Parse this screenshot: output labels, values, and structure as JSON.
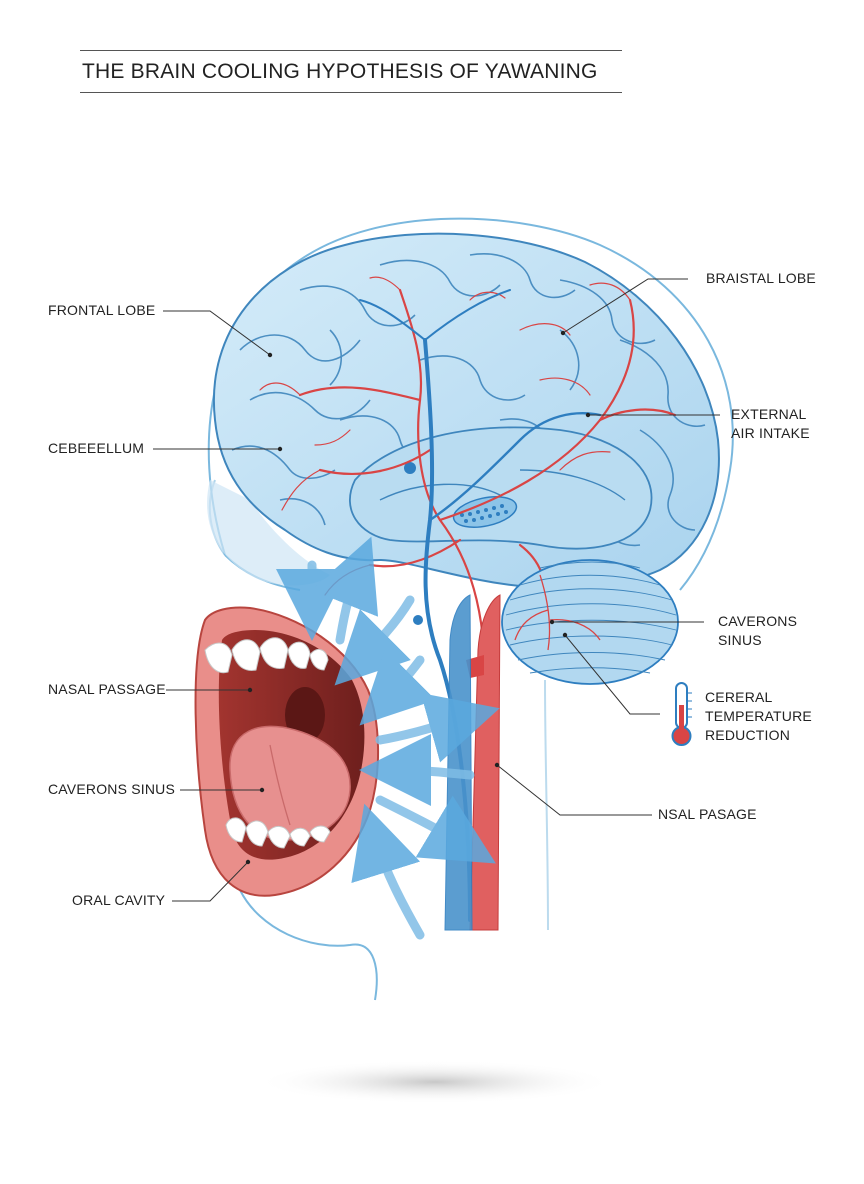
{
  "title": "THE BRAIN COOLING HYPOTHESIS OF YAWANING",
  "labels": {
    "frontal_lobe": "FRONTAL LOBE",
    "cerebellum_left": "CEBEEELLUM",
    "nasal_passage_left": "NASAL PASSAGE",
    "cavernous_sinus_left": "CAVERONS SINUS",
    "oral_cavity": "ORAL CAVITY",
    "parietal_lobe": "BRAISTAL LOBE",
    "external_air_intake_1": "EXTERNAL",
    "external_air_intake_2": "AIR INTAKE",
    "cavernous_sinus_right_1": "CAVERONS",
    "cavernous_sinus_right_2": "SINUS",
    "temp_reduction_1": "CERERAL",
    "temp_reduction_2": "TEMPERATURE",
    "temp_reduction_3": "REDUCTION",
    "nasal_passage_right": "NSAL PASAGE"
  },
  "colors": {
    "brain_fill": "#bfe0f3",
    "brain_outline": "#3f86bd",
    "vein_blue": "#2e7ec0",
    "artery_red": "#d94545",
    "airflow": "#7fbde6",
    "mouth_red": "#c8574f",
    "tongue": "#e58a8a",
    "skin_outline": "#7ab8de"
  }
}
